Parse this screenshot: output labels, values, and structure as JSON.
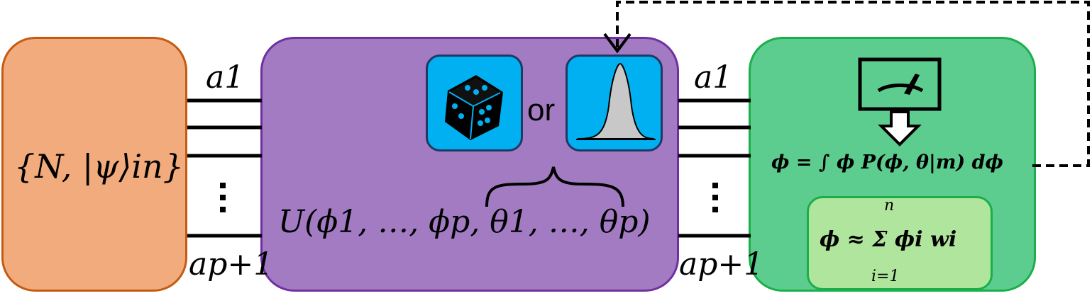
{
  "diagram": {
    "input_state": "{N, |ψ⟩in}",
    "unitary": "U(ϕ1, …, ϕp, θ1, …, θp)",
    "mode_first": "a1",
    "mode_last": "ap+1",
    "or_label": "or",
    "bayes_estimator": "ϕ = ∫ ϕ P(ϕ, θ|m) dϕ",
    "weighted_estimator": "ϕ ≈ Σ ϕi wi",
    "sum_upper_limit": "n",
    "sum_lower_limit": "i=1",
    "icons": [
      "dice-icon",
      "gaussian-distribution-icon",
      "meter-gauge-icon",
      "down-arrow-icon"
    ],
    "colors": {
      "input_fill": "#f2ab7c",
      "input_border": "#c55a11",
      "unitary_fill": "#a27bc3",
      "unitary_border": "#7030a0",
      "measure_fill": "#5dcc8f",
      "measure_border": "#1aaf4b",
      "weights_fill": "#afe59d",
      "icon_tile": "#00b0f0",
      "icon_border": "#203864"
    }
  }
}
